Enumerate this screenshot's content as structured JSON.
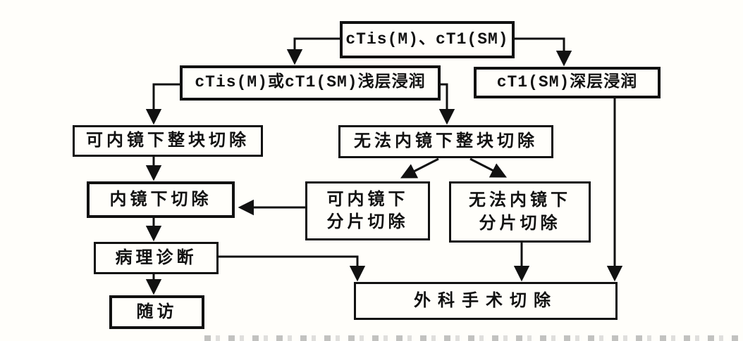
{
  "page": {
    "background_color": "#fffefa",
    "line_color": "#111111",
    "description": "Clinical decision flowchart for cTis(M) and cT1(SM) lesions: endoscopic vs surgical resection"
  },
  "diagram": {
    "nodes": {
      "root": {
        "label": "cTis(M)、cT1(SM)"
      },
      "superficial": {
        "label": "cTis(M)或cT1(SM)浅层浸润"
      },
      "deep": {
        "label": "cT1(SM)深层浸润"
      },
      "enbloc_possible": {
        "label": "可内镜下整块切除"
      },
      "enbloc_impossible": {
        "label": "无法内镜下整块切除"
      },
      "endoscopic_resection": {
        "label": "内镜下切除"
      },
      "piecemeal_possible": {
        "label": "可内镜下\n分片切除"
      },
      "piecemeal_impossible": {
        "label": "无法内镜下\n分片切除"
      },
      "pathology": {
        "label": "病理诊断"
      },
      "followup": {
        "label": "随访"
      },
      "surgery": {
        "label": "外科手术切除"
      }
    },
    "edges": [
      {
        "from": "root",
        "to": "superficial"
      },
      {
        "from": "root",
        "to": "deep"
      },
      {
        "from": "superficial",
        "to": "enbloc_possible"
      },
      {
        "from": "superficial",
        "to": "enbloc_impossible"
      },
      {
        "from": "enbloc_possible",
        "to": "endoscopic_resection"
      },
      {
        "from": "enbloc_impossible",
        "to": "piecemeal_possible"
      },
      {
        "from": "enbloc_impossible",
        "to": "piecemeal_impossible"
      },
      {
        "from": "piecemeal_possible",
        "to": "endoscopic_resection"
      },
      {
        "from": "endoscopic_resection",
        "to": "pathology"
      },
      {
        "from": "pathology",
        "to": "followup"
      },
      {
        "from": "pathology",
        "to": "surgery"
      },
      {
        "from": "piecemeal_impossible",
        "to": "surgery"
      },
      {
        "from": "deep",
        "to": "surgery"
      }
    ]
  }
}
